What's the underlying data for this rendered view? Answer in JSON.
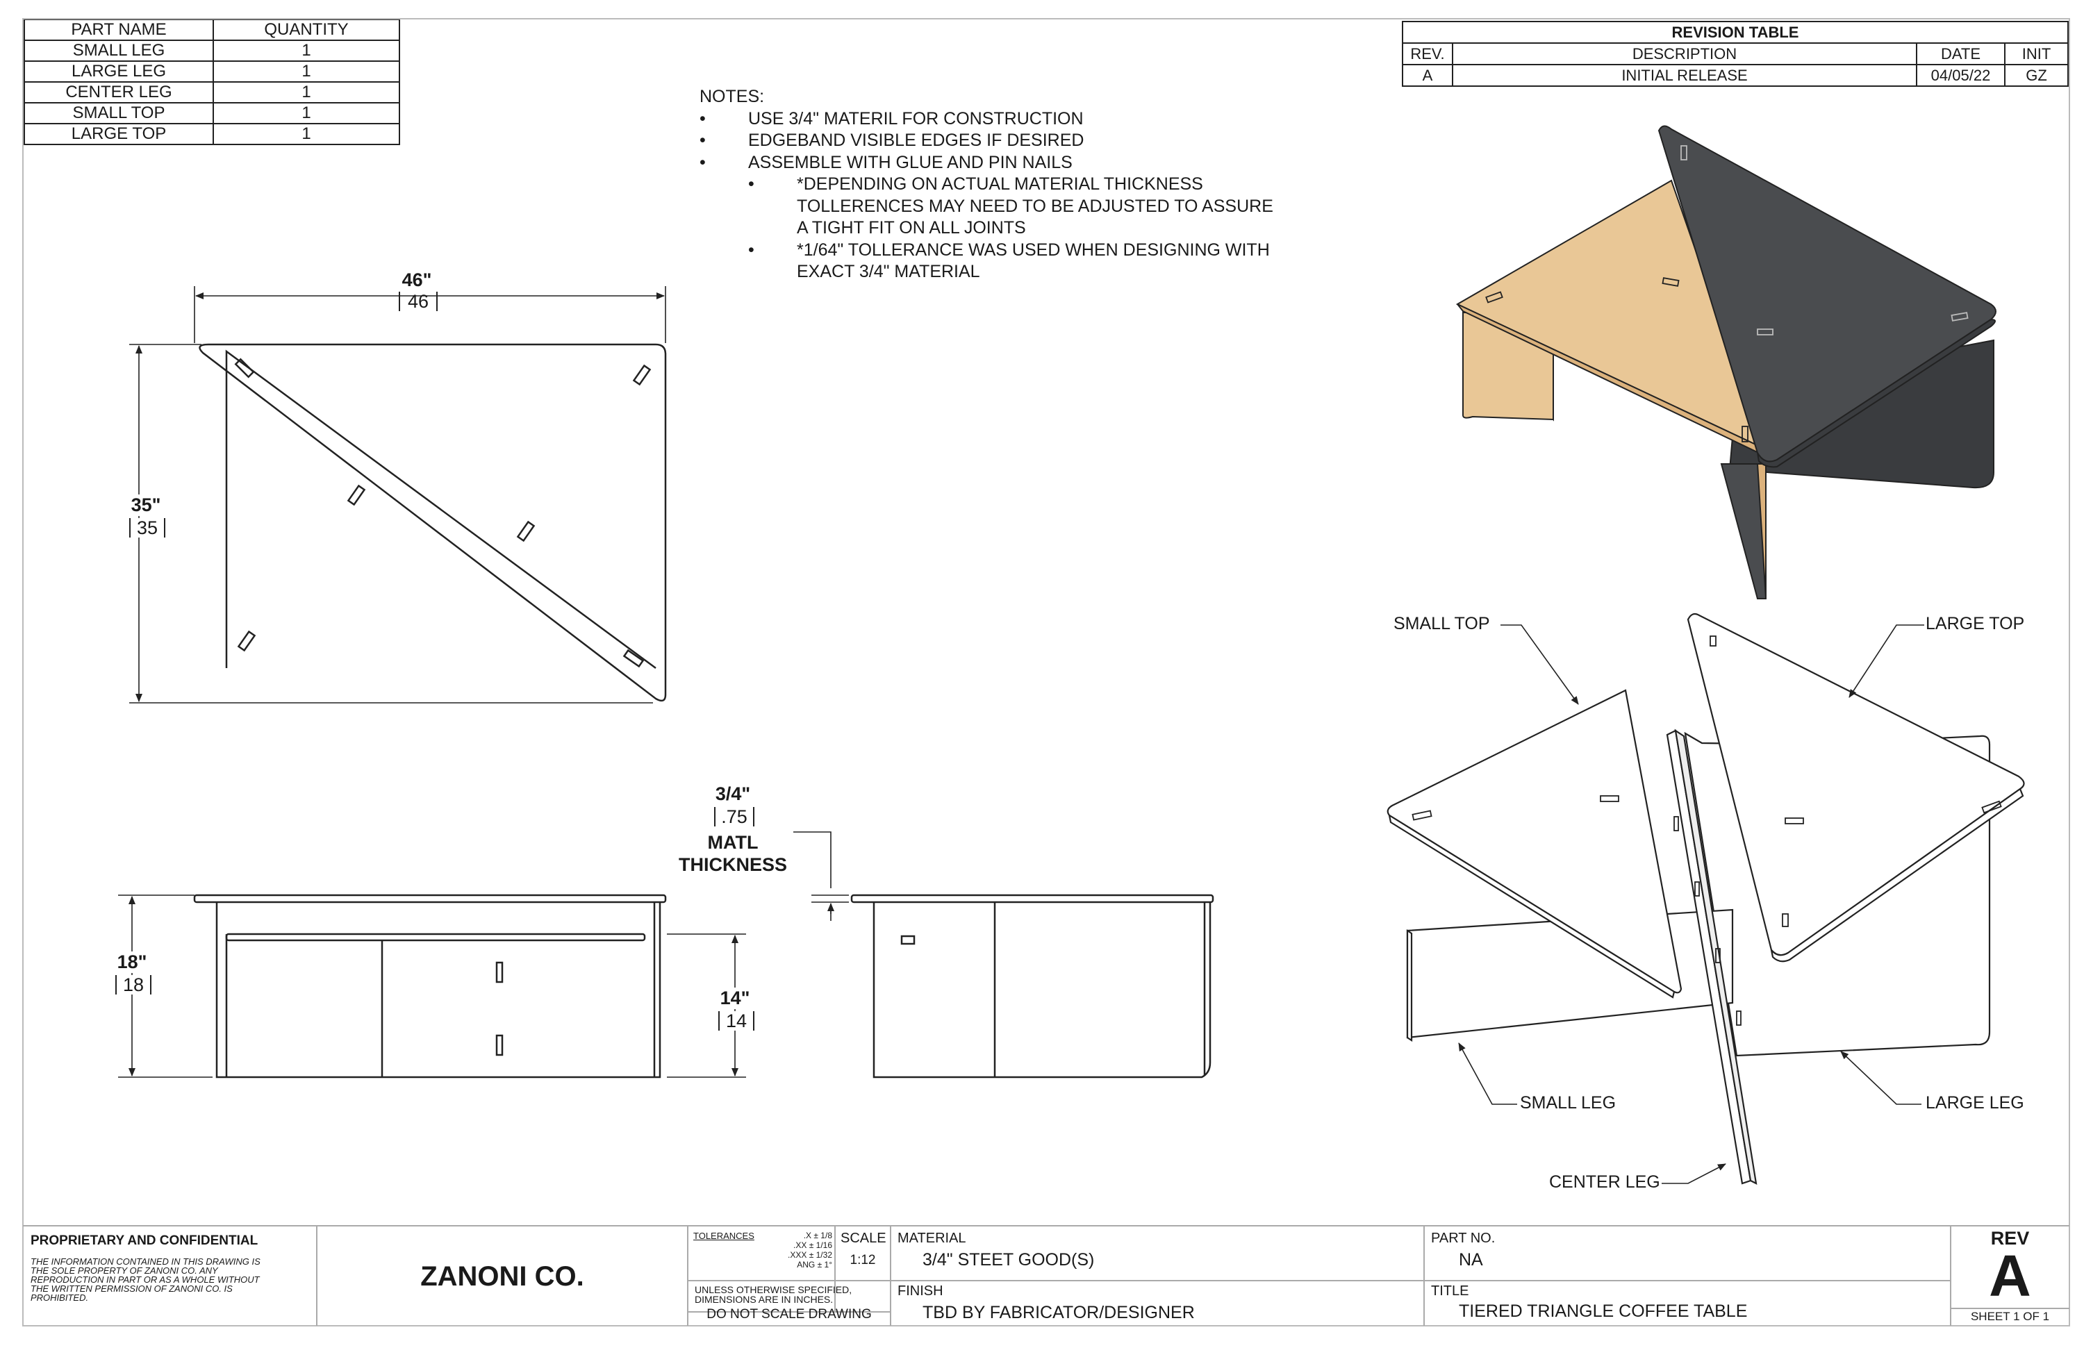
{
  "parts_table": {
    "headers": [
      "PART NAME",
      "QUANTITY"
    ],
    "rows": [
      [
        "SMALL LEG",
        "1"
      ],
      [
        "LARGE LEG",
        "1"
      ],
      [
        "CENTER LEG",
        "1"
      ],
      [
        "SMALL TOP",
        "1"
      ],
      [
        "LARGE TOP",
        "1"
      ]
    ]
  },
  "revision_table": {
    "title": "REVISION TABLE",
    "headers": [
      "REV.",
      "DESCRIPTION",
      "DATE",
      "INIT"
    ],
    "rows": [
      [
        "A",
        "INITIAL RELEASE",
        "04/05/22",
        "GZ"
      ]
    ]
  },
  "notes": {
    "heading": "NOTES:",
    "items": [
      "USE 3/4\" MATERIL FOR CONSTRUCTION",
      "EDGEBAND VISIBLE EDGES IF DESIRED",
      "ASSEMBLE WITH GLUE AND PIN NAILS"
    ],
    "subitems": [
      [
        "*DEPENDING ON ACTUAL MATERIAL THICKNESS",
        "TOLLERENCES MAY NEED TO BE ADJUSTED TO ASSURE",
        "A TIGHT FIT ON ALL JOINTS"
      ],
      [
        "*1/64\" TOLLERANCE WAS USED WHEN DESIGNING WITH",
        "EXACT 3/4\" MATERIAL"
      ]
    ]
  },
  "dimensions": {
    "top_width": "46\"",
    "top_width_metric": "46",
    "top_depth": "35\"",
    "top_depth_metric": "35",
    "height": "18\"",
    "height_metric": "18",
    "lower_height": "14\"",
    "lower_height_metric": "14",
    "thickness": "3/4\"",
    "thickness_metric": ".75",
    "thickness_label_1": "MATL",
    "thickness_label_2": "THICKNESS"
  },
  "callouts": {
    "small_top": "SMALL TOP",
    "large_top": "LARGE TOP",
    "small_leg": "SMALL LEG",
    "large_leg": "LARGE LEG",
    "center_leg": "CENTER LEG"
  },
  "title_block": {
    "proprietary_title": "PROPRIETARY AND CONFIDENTIAL",
    "proprietary_text": [
      "THE INFORMATION CONTAINED IN THIS DRAWING IS",
      "THE SOLE PROPERTY OF ZANONI CO.  ANY",
      "REPRODUCTION IN PART OR AS A WHOLE WITHOUT",
      "THE WRITTEN PERMISSION OF ZANONI CO. IS",
      "PROHIBITED."
    ],
    "company": "ZANONI CO.",
    "tolerances_label": "TOLERANCES",
    "tolerances": [
      ".X ± 1/8",
      ".XX ± 1/16",
      ".XXX ± 1/32",
      "ANG ± 1°"
    ],
    "unless_text_1": "UNLESS OTHERWISE SPECIFIED,",
    "unless_text_2": "DIMENSIONS ARE IN INCHES.",
    "do_not_scale": "DO NOT SCALE DRAWING",
    "scale_label": "SCALE",
    "scale_value": "1:12",
    "material_label": "MATERIAL",
    "material_value": "3/4\" STEET GOOD(S)",
    "finish_label": "FINISH",
    "finish_value": "TBD BY FABRICATOR/DESIGNER",
    "part_no_label": "PART NO.",
    "part_no_value": "NA",
    "title_label": "TITLE",
    "title_value": "TIERED TRIANGLE COFFEE TABLE",
    "rev_label": "REV",
    "rev_value": "A",
    "sheet": "SHEET 1 OF 1"
  },
  "colors": {
    "line": "#222222",
    "wood": "#e9c796",
    "wood_side": "#dcb27c",
    "dark_panel": "#4a4c4f",
    "dark_panel_side": "#3a3c3f"
  }
}
